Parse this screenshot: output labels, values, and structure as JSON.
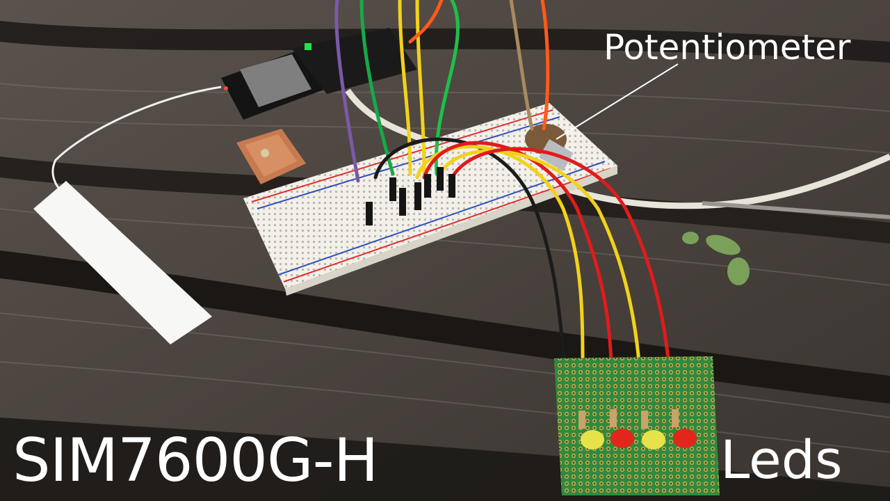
{
  "labels": {
    "potentiometer": "Potentiometer",
    "module": "SIM7600G-H",
    "leds": "Leds"
  },
  "colors": {
    "wood_dark": "#3a3430",
    "wood_mid": "#6b615a",
    "breadboard": "#f2efe8",
    "pcb_green": "#2f8a3e",
    "wire_red": "#e01b1b",
    "wire_yellow": "#f2d21a",
    "wire_black": "#1b1b1b",
    "wire_green": "#1fbf4a",
    "wire_purple": "#7a5aa8",
    "wire_orange": "#ff5a1a",
    "led_yellow": "#e6e24a",
    "led_red": "#e2261c",
    "text": "#ffffff"
  },
  "scene": {
    "led_count": 4
  }
}
